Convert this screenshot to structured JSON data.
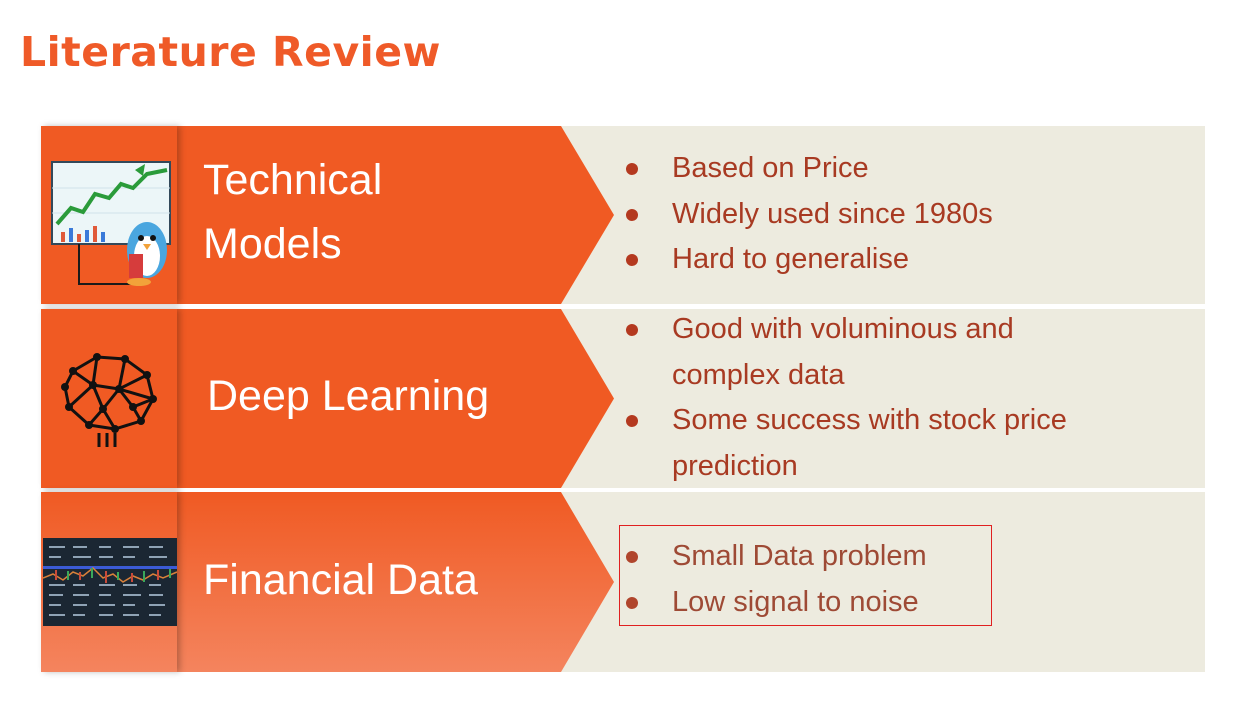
{
  "title": "Literature Review",
  "rows": [
    {
      "heading_line1": "Technical",
      "heading_line2": "Models",
      "icon": "chart-penguin-icon",
      "bullets": [
        "Based on Price",
        "Widely used since 1980s",
        "Hard to generalise"
      ]
    },
    {
      "heading": "Deep Learning",
      "icon": "neural-network-brain-icon",
      "bullets": [
        "Good with voluminous and complex data",
        "Some success with stock price prediction"
      ]
    },
    {
      "heading": "Financial Data",
      "icon": "stock-ticker-screen-icon",
      "bullets": [
        "Small Data problem",
        "Low signal to noise"
      ],
      "highlighted": true
    }
  ],
  "colors": {
    "title": "#ef5a28",
    "arrow": "#f05a23",
    "panel": "#edebdf",
    "bullet_text": "#a83a22",
    "highlight_border": "#e02020"
  }
}
